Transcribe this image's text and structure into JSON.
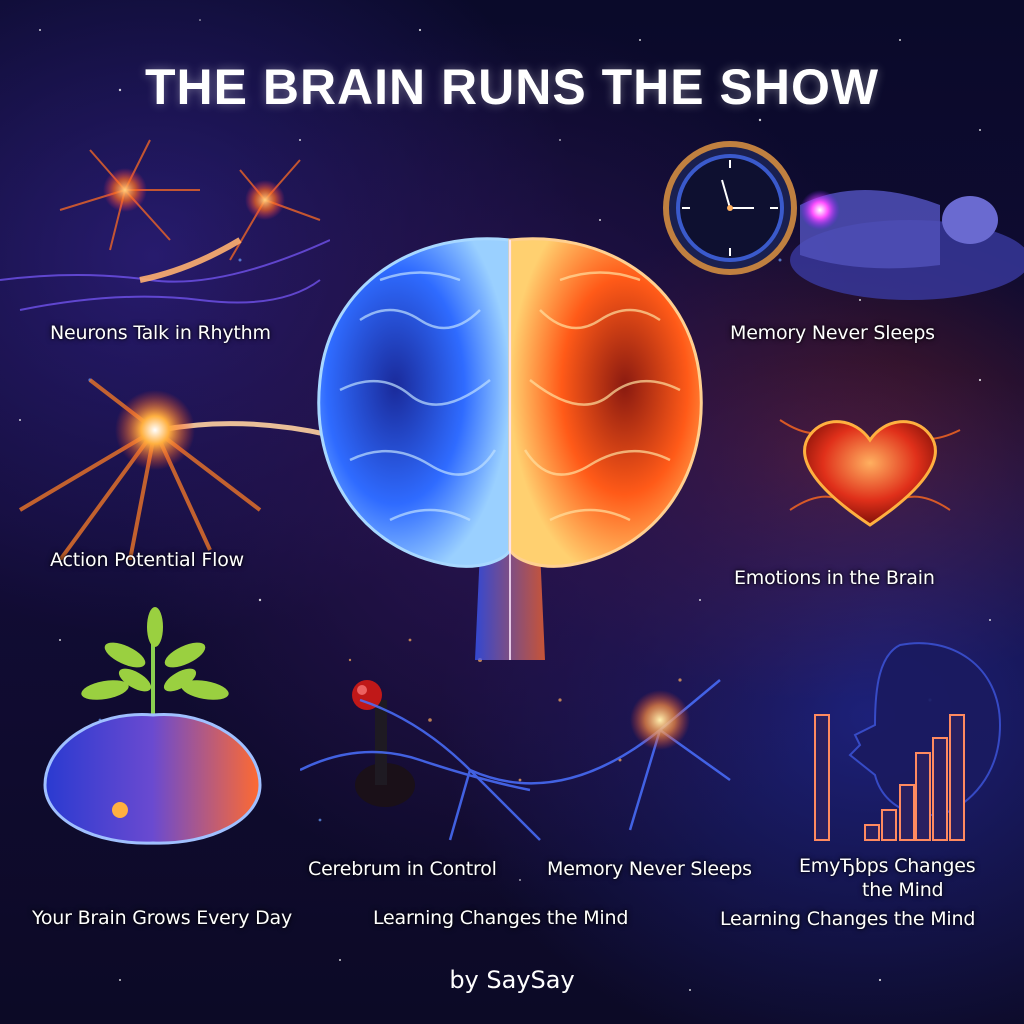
{
  "poster": {
    "title": "THE BRAIN RUNS THE SHOW",
    "credit": "by SaySay",
    "colors": {
      "background": "#0c0a2a",
      "left_hemisphere": "#2f6bff",
      "right_hemisphere": "#ff6a1a",
      "text": "#ffffff"
    },
    "labels": [
      {
        "id": "neurons-talk",
        "text": "Neurons Talk in Rhythm"
      },
      {
        "id": "memory-never-sleeps-top",
        "text": "Memory Never Sleeps"
      },
      {
        "id": "action-potential",
        "text": "Action Potential Flow"
      },
      {
        "id": "emotions",
        "text": "Emotions in the Brain"
      },
      {
        "id": "cerebrum",
        "text": "Cerebrum in Control"
      },
      {
        "id": "memory-never-sleeps-bottom",
        "text": "Memory Never Sleeps"
      },
      {
        "id": "emysops-line1",
        "text": "EmyЂbps Changes"
      },
      {
        "id": "emysops-line2",
        "text": "the Mind"
      },
      {
        "id": "brain-grows",
        "text": "Your Brain Grows Every Day"
      },
      {
        "id": "learning-center",
        "text": "Learning Changes the Mind"
      },
      {
        "id": "learning-right",
        "text": "Learning Changes the Mind"
      }
    ],
    "illustrations": [
      {
        "id": "central-brain",
        "icon": "brain-icon"
      },
      {
        "id": "neurons-top-left",
        "icon": "neuron-icon"
      },
      {
        "id": "neuron-left",
        "icon": "neuron-icon"
      },
      {
        "id": "clock-sleeper",
        "icon": "clock-icon"
      },
      {
        "id": "sleeping-person",
        "icon": "person-icon"
      },
      {
        "id": "heart",
        "icon": "heart-icon"
      },
      {
        "id": "sprout-brain",
        "icon": "sprout-icon"
      },
      {
        "id": "joystick",
        "icon": "joystick-icon"
      },
      {
        "id": "neuron-center",
        "icon": "neuron-icon"
      },
      {
        "id": "head-profile-chart",
        "icon": "bar-chart-icon"
      }
    ]
  }
}
